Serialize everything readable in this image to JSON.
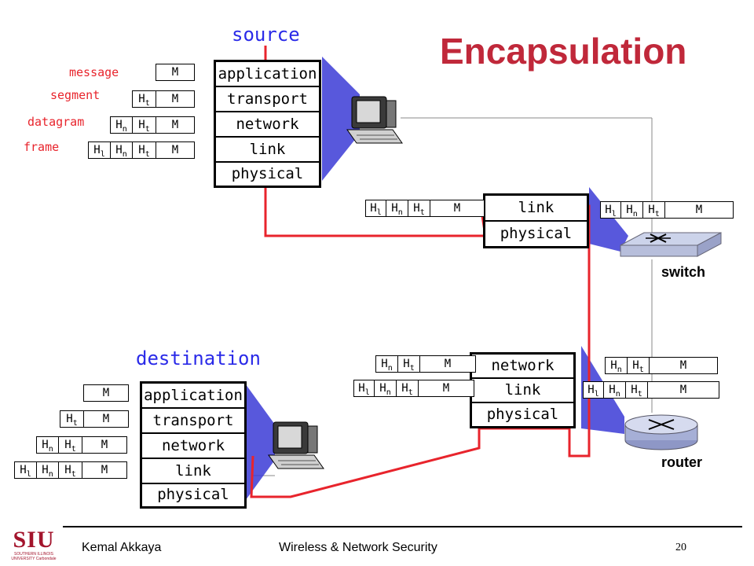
{
  "title": "Encapsulation",
  "source_label": "source",
  "destination_label": "destination",
  "switch_label": "switch",
  "router_label": "router",
  "unit_labels": [
    "message",
    "segment",
    "datagram",
    "frame"
  ],
  "headers": {
    "H": "H",
    "t": "t",
    "n": "n",
    "l": "l",
    "M": "M"
  },
  "source_stack": [
    "application",
    "transport",
    "network",
    "link",
    "physical"
  ],
  "destination_stack": [
    "application",
    "transport",
    "network",
    "link",
    "physical"
  ],
  "switch_stack": [
    "link",
    "physical"
  ],
  "router_stack": [
    "network",
    "link",
    "physical"
  ],
  "footer": {
    "logo": "SIU",
    "logo_sub": "SOUTHERN ILLINOIS UNIVERSITY Carbondale",
    "author": "Kemal Akkaya",
    "course": "Wireless & Network Security",
    "page": "20"
  },
  "colors": {
    "title": "#c0283a",
    "path": "#e8242c",
    "heading": "#2a2ae8",
    "logo": "#a3142c"
  }
}
